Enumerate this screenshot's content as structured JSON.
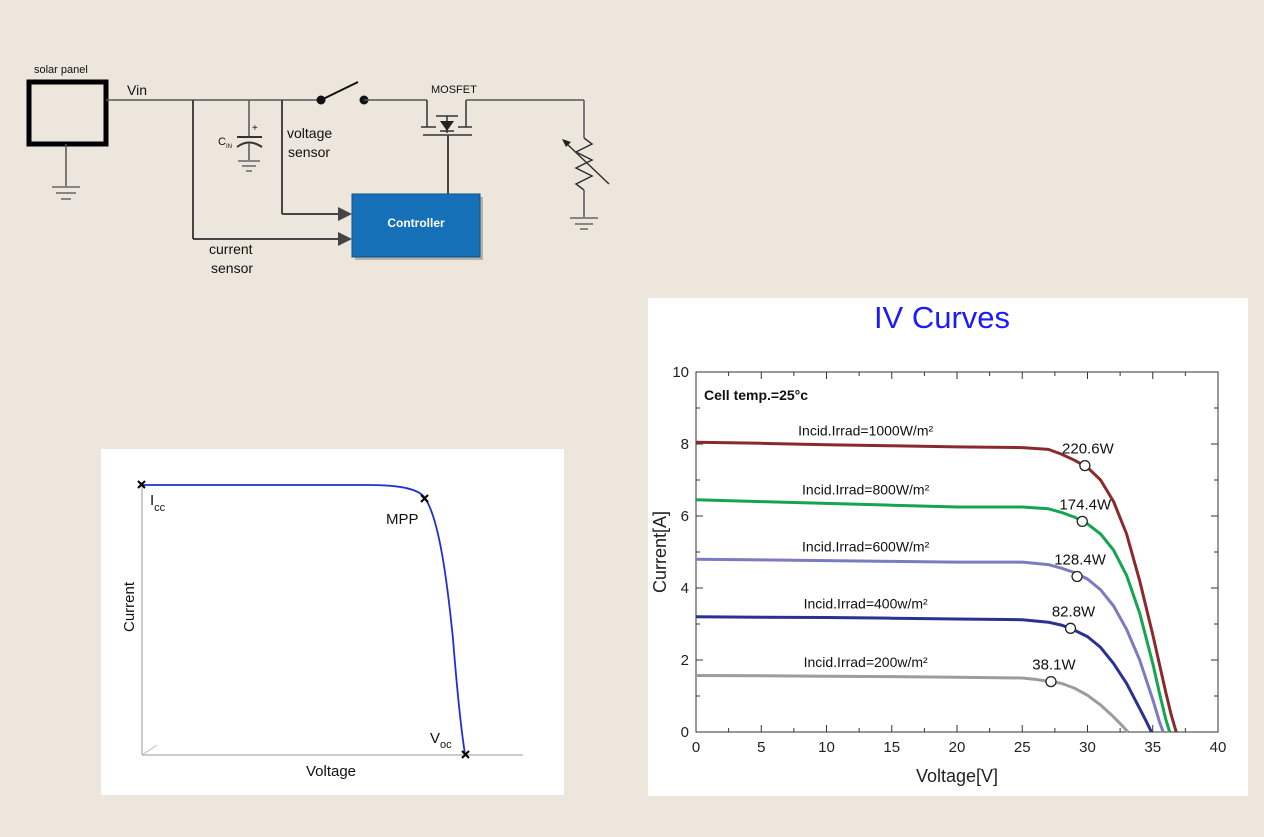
{
  "circuit": {
    "solar_panel_label": "solar panel",
    "vin_label": "Vin",
    "mosfet_label": "MOSFET",
    "cin_label": "C",
    "cin_sub": "IN",
    "plus_sign": "+",
    "voltage_sensor_line1": "voltage",
    "voltage_sensor_line2": "sensor",
    "current_sensor_line1": "current",
    "current_sensor_line2": "sensor",
    "controller_label": "Controller",
    "controller_color": "#1570b8"
  },
  "iv_simple": {
    "xlabel": "Voltage",
    "ylabel": "Current",
    "icc_label": "I",
    "icc_sub": "cc",
    "mpp_label": "MPP",
    "voc_label": "V",
    "voc_sub": "oc",
    "curve_color": "#1f2fd6"
  },
  "chart_data": {
    "type": "line",
    "title": "IV Curves",
    "xlabel": "Voltage[V]",
    "ylabel": "Current[A]",
    "xlim": [
      0,
      40
    ],
    "ylim": [
      0,
      10
    ],
    "xticks": [
      0,
      5,
      10,
      15,
      20,
      25,
      30,
      35,
      40
    ],
    "yticks": [
      0,
      2,
      4,
      6,
      8,
      10
    ],
    "annotation": "Cell temp.=25°c",
    "title_color": "#1a1aff",
    "series": [
      {
        "name": "Incid.Irrad=1000W/m²",
        "color": "#8b2a2e",
        "mpp_label": "220.6W",
        "x": [
          0,
          5,
          10,
          15,
          20,
          25,
          27,
          28,
          29,
          30,
          31,
          32,
          33,
          34,
          35,
          35.5,
          36,
          36.4,
          36.8
        ],
        "y": [
          8.05,
          8.02,
          7.98,
          7.95,
          7.92,
          7.9,
          7.85,
          7.72,
          7.55,
          7.35,
          7.0,
          6.4,
          5.5,
          4.2,
          2.7,
          1.9,
          1.1,
          0.5,
          0
        ]
      },
      {
        "name": "Incid.Irrad=800W/m²",
        "color": "#15a550",
        "mpp_label": "174.4W",
        "x": [
          0,
          5,
          10,
          15,
          20,
          25,
          27,
          28,
          29,
          30,
          31,
          32,
          33,
          34,
          35,
          35.5,
          36,
          36.3
        ],
        "y": [
          6.45,
          6.4,
          6.35,
          6.3,
          6.25,
          6.25,
          6.2,
          6.1,
          5.97,
          5.78,
          5.5,
          5.05,
          4.35,
          3.3,
          1.9,
          1.1,
          0.35,
          0
        ]
      },
      {
        "name": "Incid.Irrad=600W/m²",
        "color": "#7b7bc0",
        "mpp_label": "128.4W",
        "x": [
          0,
          5,
          10,
          15,
          20,
          25,
          27,
          28,
          29,
          30,
          31,
          32,
          33,
          34,
          35,
          35.5,
          35.8
        ],
        "y": [
          4.8,
          4.78,
          4.76,
          4.74,
          4.72,
          4.72,
          4.65,
          4.55,
          4.43,
          4.25,
          3.95,
          3.5,
          2.85,
          2.0,
          0.9,
          0.3,
          0
        ]
      },
      {
        "name": "Incid.Irrad=400w/m²",
        "color": "#2a3192",
        "mpp_label": "82.8W",
        "x": [
          0,
          5,
          10,
          15,
          20,
          25,
          27,
          28,
          28.7,
          30,
          31,
          32,
          33,
          34,
          34.5,
          34.9
        ],
        "y": [
          3.2,
          3.19,
          3.18,
          3.16,
          3.14,
          3.12,
          3.05,
          2.97,
          2.88,
          2.65,
          2.35,
          1.9,
          1.35,
          0.65,
          0.3,
          0
        ]
      },
      {
        "name": "Incid.Irrad=200w/m²",
        "color": "#9c9c9c",
        "mpp_label": "38.1W",
        "x": [
          0,
          5,
          10,
          15,
          20,
          25,
          26,
          27.2,
          28,
          29,
          30,
          31,
          32,
          32.6,
          33.1
        ],
        "y": [
          1.57,
          1.56,
          1.55,
          1.54,
          1.52,
          1.5,
          1.46,
          1.4,
          1.35,
          1.22,
          1.02,
          0.75,
          0.42,
          0.2,
          0
        ]
      }
    ],
    "mpp_points": [
      {
        "x": 29.8,
        "y": 7.4
      },
      {
        "x": 29.6,
        "y": 5.85
      },
      {
        "x": 29.2,
        "y": 4.32
      },
      {
        "x": 28.7,
        "y": 2.88
      },
      {
        "x": 27.2,
        "y": 1.4
      }
    ]
  }
}
